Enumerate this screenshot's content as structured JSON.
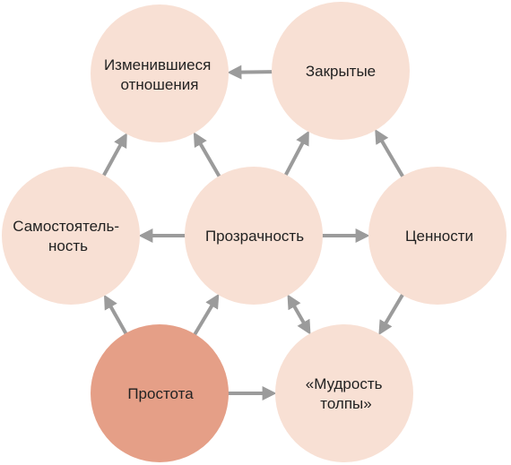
{
  "colors": {
    "node_fill": "#f8e0d4",
    "highlight_fill": "#e59f87",
    "arrow": "#9b9b9b"
  },
  "nodes": {
    "changed_relations": {
      "lines": [
        "Изменившиеся",
        "отношения"
      ]
    },
    "closed": {
      "lines": [
        "Закрытые"
      ]
    },
    "independence": {
      "lines": [
        "Самостоятель-",
        "ность"
      ]
    },
    "transparency": {
      "lines": [
        "Прозрачность"
      ]
    },
    "values": {
      "lines": [
        "Ценности"
      ]
    },
    "simplicity": {
      "lines": [
        "Простота"
      ]
    },
    "wisdom_of_crowd": {
      "lines": [
        "«Мудрость",
        "толпы»"
      ]
    }
  },
  "edges": [
    {
      "from": "closed",
      "to": "changed_relations",
      "type": "single"
    },
    {
      "from": "independence",
      "to": "changed_relations",
      "type": "single"
    },
    {
      "from": "transparency",
      "to": "changed_relations",
      "type": "single"
    },
    {
      "from": "transparency",
      "to": "closed",
      "type": "single"
    },
    {
      "from": "values",
      "to": "closed",
      "type": "single"
    },
    {
      "from": "transparency",
      "to": "independence",
      "type": "single"
    },
    {
      "from": "transparency",
      "to": "values",
      "type": "single"
    },
    {
      "from": "simplicity",
      "to": "independence",
      "type": "single"
    },
    {
      "from": "simplicity",
      "to": "transparency",
      "type": "single"
    },
    {
      "from": "simplicity",
      "to": "wisdom_of_crowd",
      "type": "single"
    },
    {
      "from": "values",
      "to": "wisdom_of_crowd",
      "type": "single"
    },
    {
      "from": "transparency",
      "to": "wisdom_of_crowd",
      "type": "double"
    }
  ]
}
